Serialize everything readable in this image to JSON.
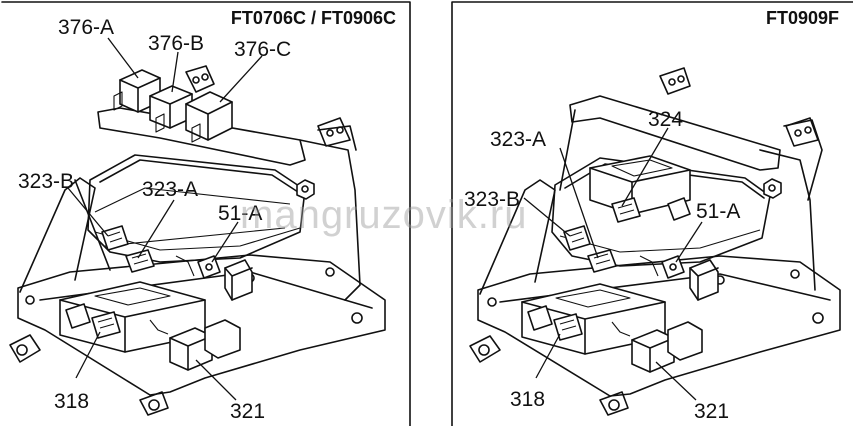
{
  "left_panel": {
    "model": "FT0706C / FT0906C",
    "labels": {
      "c376a": "376-A",
      "c376b": "376-B",
      "c376c": "376-C",
      "c323b": "323-B",
      "c323a": "323-A",
      "c51a": "51-A",
      "c318": "318",
      "c321": "321"
    }
  },
  "right_panel": {
    "model": "FT0909F",
    "labels": {
      "c324": "324",
      "c323a": "323-A",
      "c323b": "323-B",
      "c51a": "51-A",
      "c318": "318",
      "c321": "321"
    }
  },
  "watermark": "mangruzovik.ru"
}
